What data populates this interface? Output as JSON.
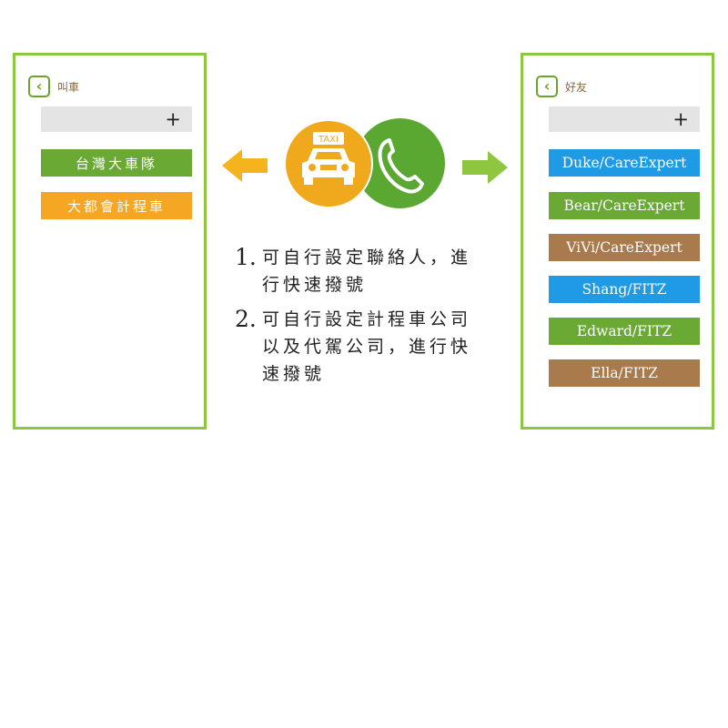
{
  "left_panel": {
    "title": "叫車",
    "add_symbol": "+",
    "items": [
      {
        "label": "台灣大車隊",
        "color": "#6aaa34"
      },
      {
        "label": "大都會計程車",
        "color": "#f5a623"
      }
    ]
  },
  "right_panel": {
    "title": "好友",
    "add_symbol": "+",
    "items": [
      {
        "label": "Duke/CareExpert",
        "color": "#1f9be6"
      },
      {
        "label": "Bear/CareExpert",
        "color": "#6aaa34"
      },
      {
        "label": "ViVi/CareExpert",
        "color": "#a97a4c"
      },
      {
        "label": "Shang/FITZ",
        "color": "#1f9be6"
      },
      {
        "label": "Edward/FITZ",
        "color": "#6aaa34"
      },
      {
        "label": "Ella/FITZ",
        "color": "#a97a4c"
      }
    ]
  },
  "center": {
    "taxi_sign": "TAXI",
    "icons": [
      "taxi-icon",
      "phone-handset-icon",
      "arrow-left-icon",
      "arrow-right-icon"
    ],
    "instructions": [
      {
        "num": "1.",
        "text": "可自行設定聯絡人，進行快速撥號"
      },
      {
        "num": "2.",
        "text": "可自行設定計程車公司以及代駕公司，進行快速撥號"
      }
    ]
  },
  "colors": {
    "frame": "#8ec63f",
    "left_arrow": "#f5b41e",
    "right_arrow": "#8ec63f"
  }
}
